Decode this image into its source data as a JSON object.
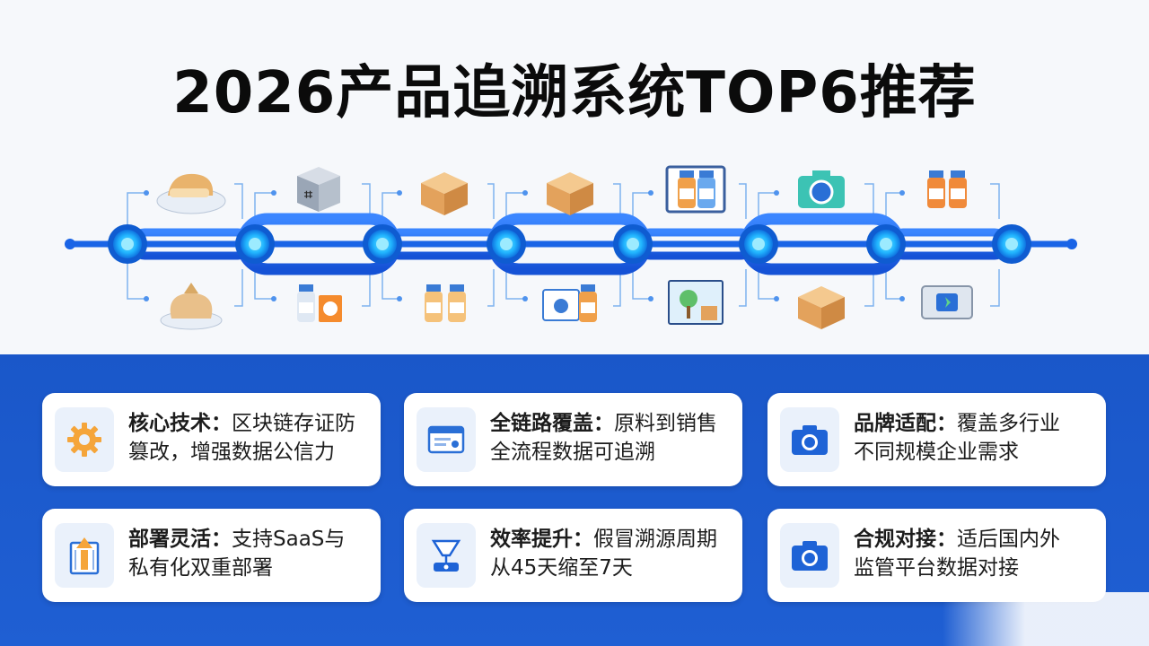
{
  "title": "2026产品追溯系统TOP6推荐",
  "colors": {
    "brand_blue": "#1f5fd3",
    "chain_blue": "#1a64e6",
    "node_cyan": "#22b6ff",
    "icon_bg": "#eaf1fb"
  },
  "chain_icons_top": [
    "bread-icon",
    "cube-device-icon",
    "boxes-icon",
    "boxes-stack-icon",
    "bottles-screen-icon",
    "camera-icon",
    "bottles-icon"
  ],
  "chain_icons_bottom": [
    "flour-sack-icon",
    "bottle-carton-icon",
    "jars-icon",
    "bottles-tray-icon",
    "landscape-icon",
    "box-icon",
    "chip-icon"
  ],
  "features": [
    {
      "icon": "gear-icon",
      "title": "核心技术",
      "line1": "区块链存证防",
      "line2": "篡改，增强数据公信力"
    },
    {
      "icon": "id-card-icon",
      "title": "全链路覆盖",
      "line1": "原料到销售",
      "line2": "全流程数据可追溯"
    },
    {
      "icon": "camera-icon",
      "title": "品牌适配",
      "line1": "覆盖多行业",
      "line2": "不同规模企业需求"
    },
    {
      "icon": "deploy-icon",
      "title": "部署灵活",
      "line1": "支持SaaS与",
      "line2": "私有化双重部署"
    },
    {
      "icon": "scale-icon",
      "title": "效率提升",
      "line1": "假冒溯源周期",
      "line2": "从45天缩至7天"
    },
    {
      "icon": "camera-icon",
      "title": "合规对接",
      "line1": "适后国内外",
      "line2": "监管平台数据对接"
    }
  ]
}
